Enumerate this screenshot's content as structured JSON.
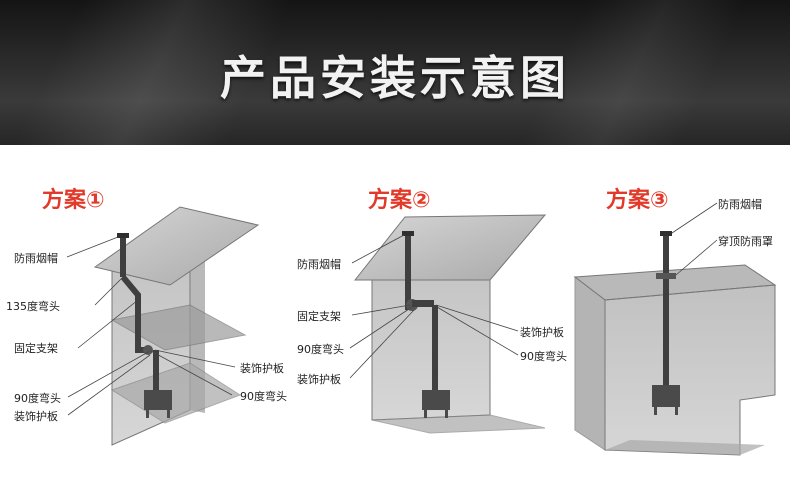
{
  "banner": {
    "title": "产品安装示意图"
  },
  "plans": [
    {
      "title": "方案①",
      "labels": {
        "rain_cap": "防雨烟帽",
        "elbow_135": "135度弯头",
        "fixed_bracket": "固定支架",
        "deco_plate_right": "装饰护板",
        "elbow_90_left": "90度弯头",
        "elbow_90_right": "90度弯头",
        "deco_plate_left": "装饰护板"
      }
    },
    {
      "title": "方案②",
      "labels": {
        "rain_cap": "防雨烟帽",
        "fixed_bracket": "固定支架",
        "deco_plate_right": "装饰护板",
        "elbow_90_left": "90度弯头",
        "elbow_90_right": "90度弯头",
        "deco_plate_left": "装饰护板"
      }
    },
    {
      "title": "方案③",
      "labels": {
        "rain_cap": "防雨烟帽",
        "roof_rain_cover": "穿顶防雨罩"
      }
    }
  ],
  "colors": {
    "accent": "#e23a2a",
    "wall": "#9a9a9a",
    "pipe": "#444444"
  }
}
